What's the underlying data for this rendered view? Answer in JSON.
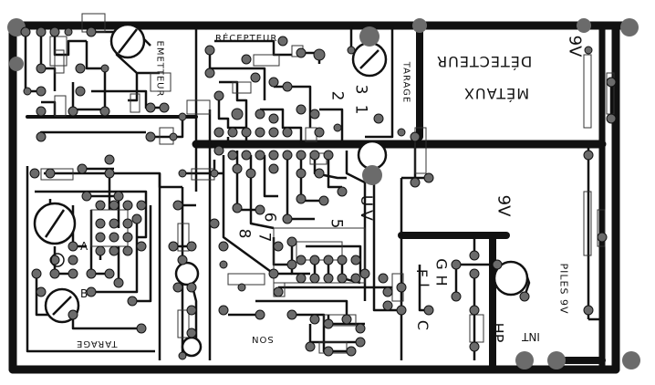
{
  "board": {
    "background": "#ffffff",
    "copper_color": "#111111",
    "pad_color": "#6b6b6b"
  },
  "labels": {
    "emetteur": "EMETTEUR",
    "recepteur": "RÉCEPTEUR",
    "tarage_vertical": "TARAGE",
    "tarage_bottom": "TARAGE",
    "detecteur_line1": "DÉTECTEUR",
    "detecteur_line2": "MÉTAUX",
    "nine_v_top": "9V",
    "nine_v_mid": "9V",
    "piles_9v": "PILES 9V",
    "int": "INT",
    "hp": "HP",
    "son": "SON",
    "a": "A",
    "b": "B",
    "c": "C",
    "f": "F",
    "g": "G",
    "h": "H",
    "i": "I",
    "n2": "2",
    "n3": "3",
    "n1": "1",
    "n5": "5",
    "n6": "6",
    "n7": "7",
    "n8": "8",
    "u": "U",
    "v": "V"
  }
}
